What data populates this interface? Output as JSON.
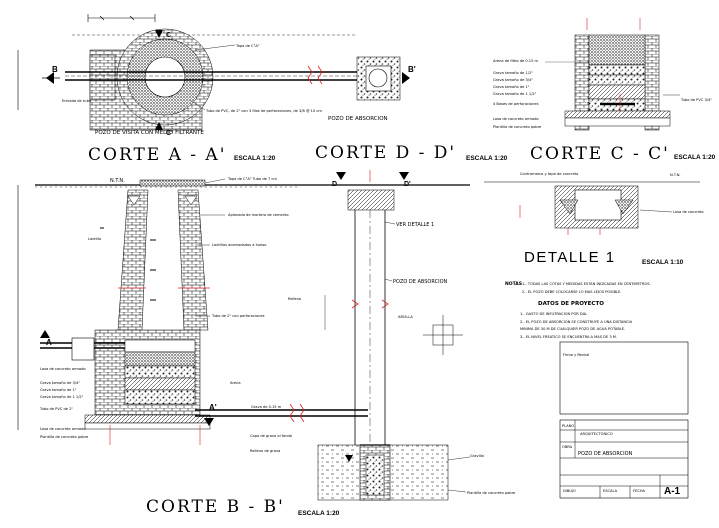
{
  "plan": {
    "section_mark_b": "B",
    "section_mark_b2": "B'",
    "section_mark_c": "C",
    "section_mark_c2": "C'",
    "note_tapa": "Tapa de C°A°",
    "note_pipe": "Tubo de PVC, de 2\" con 3 filas de perforaciones, de 3/8 @ 10 cm",
    "note_entrada": "Entrada de tubo",
    "caption_well": "POZO DE VISITA CON MEDIO FILTRANTE",
    "caption_pozo": "POZO DE ABSORCION"
  },
  "titles": {
    "corte_aa": "CORTE  A  -  A'",
    "scale_aa": "ESCALA 1:20",
    "corte_dd": "CORTE  D  -  D'",
    "scale_dd": "ESCALA 1:20",
    "corte_cc": "CORTE  C  -  C'",
    "scale_cc": "ESCALA 1:20",
    "detalle": "DETALLE 1",
    "scale_det": "ESCALA 1:10",
    "corte_bb": "CORTE  B  -  B'",
    "scale_bb": "ESCALA 1:20"
  },
  "corte_c": {
    "notes": [
      "Arena de filtro de 0.15 m",
      "Grava tamaño de 1/2\"",
      "Grava tamaño de 3/4\"",
      "Grava tamaño de 1\"",
      "Grava tamaño de 1 1/2\"",
      "4 Bases de perforaciones",
      "Losa de concreto armado",
      "Plantilla de concreto pobre"
    ],
    "right_note": "Tubo de PVC 3/4\""
  },
  "corte_b": {
    "level_label": "N.T.N.",
    "marks": [
      "A",
      "A'",
      "D",
      "D'"
    ],
    "notes_right": [
      "Tapa de C°A° Tubo de 7 cm",
      "Aplanado de mortero de cemento",
      "Ladrillos acomodados a hueso",
      "Tubo de 2\" con perforaciones"
    ],
    "label_brick": "Ladrillo",
    "notes_left": [
      "Losa de concreto armado",
      "Grava tamaño de 3/4\"",
      "Grava tamaño de 1\"",
      "Grava tamaño de 1 1/2\"",
      "Tubo de PVC de 2\"",
      "Losa de concreto armado",
      "Plantilla de concreto pobre"
    ],
    "arena_label": "Arena",
    "pozo_label": "POZO DE ABSORCION",
    "ver_detalle": "VER DETALLE 1",
    "arcilla": "ARCILLA",
    "relleno": "Relleno",
    "grava": "Grava de 0.15 m",
    "relleno_bottom": "Relleno de grava",
    "capa_grava": "Capa de grava al fondo",
    "right_bottom": "Gravilla",
    "bottom_note": "Plantilla de concreto pobre"
  },
  "detalle": {
    "top_note": "Contramarco y tapa de concreto",
    "right_note": "Losa de concreto",
    "nat_label": "N.T.N."
  },
  "notes": {
    "heading": "NOTAS",
    "lines": [
      "1.- TODAS LAS COTAS Y MEDIDAS ESTAN INDICADAS EN CENTIMETROS.",
      "2.- EL POZO DEBE COLOCARSE LO MAS LEJOS POSIBLE."
    ],
    "datos_title": "DATOS DE PROYECTO",
    "datos_lines": [
      "1.- GASTO DE INFILTRACION POR DIA.",
      "2.- EL POZO DE ABSORCION SE CONSTRUYE A UNA DISTANCIA",
      "    MINIMA DE 30 M DE CUALQUIER POZO DE AGUA POTABLE.",
      "3.- EL NIVEL FREATICO SE ENCUENTRA A MAS DE 3 M."
    ]
  },
  "title_block": {
    "field_plano": "PLANO",
    "value_plano": "ARQUITECTONICO",
    "field_obra": "OBRA",
    "value_obra": "POZO DE ABSORCION",
    "small_label": "Firma y Revisó",
    "bottom_left": "DIBUJO",
    "bottom_mid": "ESCALA",
    "bottom_r": "FECHA",
    "sheet_no": "A-1"
  }
}
